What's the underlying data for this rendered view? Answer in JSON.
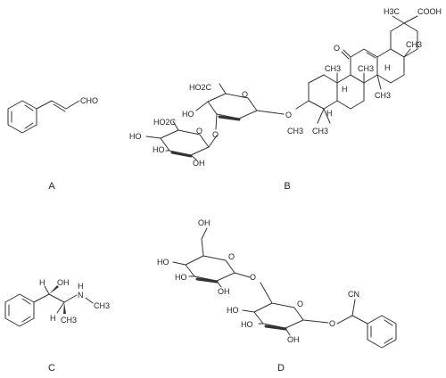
{
  "panels": {
    "A": {
      "letter": "A",
      "labels": {
        "aldehyde": "CHO"
      }
    },
    "B": {
      "letter": "B",
      "labels": {
        "methyl_top": "H3C",
        "acid_top": "COOH",
        "oxo": "O",
        "ch3_1": "CH3",
        "ch3_2": "CH3",
        "ch3_3": "CH3",
        "ch3_4": "CH3",
        "ch3_gem1": "CH3",
        "ch3_gem2": "CH3",
        "h_1": "H",
        "h_2": "H",
        "h_3": "H",
        "o_link": "O",
        "glca1_acid": "HO2C",
        "glca1_ho1": "HO",
        "glca1_o": "O",
        "glca1_ring_o": "O",
        "glca2_acid": "HO2C",
        "glca2_ho1": "HO",
        "glca2_ho2": "HO",
        "glca2_oh": "OH",
        "glca2_ring_o": "O"
      }
    },
    "C": {
      "letter": "C",
      "labels": {
        "h_top": "H",
        "oh": "OH",
        "n": "N",
        "nh": "H",
        "nch3": "CH3",
        "h_bottom": "H",
        "ch3": "CH3"
      }
    },
    "D": {
      "letter": "D",
      "labels": {
        "oh_top": "OH",
        "ho1": "HO",
        "ho2": "HO",
        "oh2": "OH",
        "ring_o1": "O",
        "ring_o2": "O",
        "link_o": "O",
        "ho3": "HO",
        "ho4": "HO",
        "oh3": "OH",
        "o_glyc": "O",
        "cn": "CN"
      }
    }
  }
}
